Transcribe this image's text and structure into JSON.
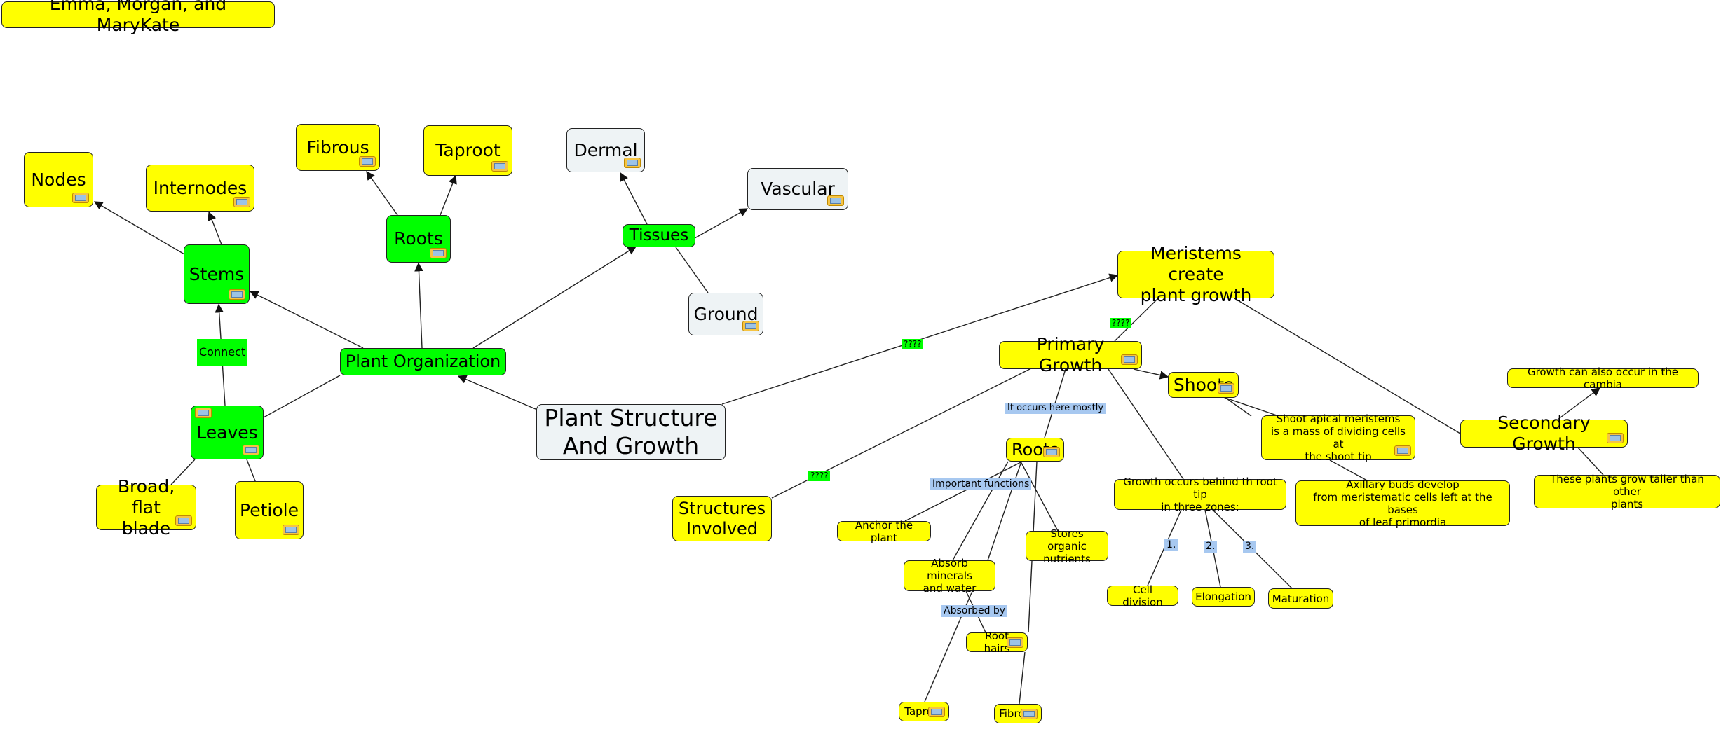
{
  "nodes": [
    {
      "id": "authors",
      "text": "Emma, Morgan, and MaryKate",
      "style": "yellow"
    },
    {
      "id": "nodes",
      "text": "Nodes",
      "style": "yellow"
    },
    {
      "id": "internodes",
      "text": "Internodes",
      "style": "yellow"
    },
    {
      "id": "fibrous1",
      "text": "Fibrous",
      "style": "yellow"
    },
    {
      "id": "taproot1",
      "text": "Taproot",
      "style": "yellow"
    },
    {
      "id": "dermal",
      "text": "Dermal",
      "style": "gray"
    },
    {
      "id": "vascular",
      "text": "Vascular",
      "style": "gray"
    },
    {
      "id": "tissues",
      "text": "Tissues",
      "style": "green"
    },
    {
      "id": "ground",
      "text": "Ground",
      "style": "gray"
    },
    {
      "id": "stems",
      "text": "Stems",
      "style": "green"
    },
    {
      "id": "roots1",
      "text": "Roots",
      "style": "green"
    },
    {
      "id": "plantorg",
      "text": "Plant Organization",
      "style": "green"
    },
    {
      "id": "leaves",
      "text": "Leaves",
      "style": "green"
    },
    {
      "id": "broad",
      "text": "Broad, flat\nblade",
      "style": "yellow"
    },
    {
      "id": "petiole",
      "text": "Petiole",
      "style": "yellow"
    },
    {
      "id": "main",
      "text": "Plant Structure\nAnd Growth",
      "style": "gray"
    },
    {
      "id": "meristems",
      "text": "Meristems create\nplant growth",
      "style": "yellow"
    },
    {
      "id": "primary",
      "text": "Primary Growth",
      "style": "yellow"
    },
    {
      "id": "shoots",
      "text": "Shoots",
      "style": "yellow"
    },
    {
      "id": "secondary",
      "text": "Secondary Growth",
      "style": "yellow"
    },
    {
      "id": "cambia",
      "text": "Growth can also occur in the cambia",
      "style": "yellow"
    },
    {
      "id": "taller",
      "text": "These plants grow taller than other\nplants",
      "style": "yellow"
    },
    {
      "id": "shootapical",
      "text": "Shoot apical meristems\nis a mass of dividing cells at\nthe shoot tip",
      "style": "yellow"
    },
    {
      "id": "axillary",
      "text": "Axillary buds develop\nfrom meristematic cells left at the bases\nof leaf primordia",
      "style": "yellow"
    },
    {
      "id": "structures",
      "text": "Structures\nInvolved",
      "style": "yellow"
    },
    {
      "id": "roots2",
      "text": "Roots",
      "style": "yellow"
    },
    {
      "id": "zones",
      "text": "Growth occurs behind th root tip\nin three zones:",
      "style": "yellow"
    },
    {
      "id": "anchor",
      "text": "Anchor the plant",
      "style": "yellow"
    },
    {
      "id": "stores",
      "text": "Stores organic\nnutrients",
      "style": "yellow"
    },
    {
      "id": "absorb",
      "text": "Absorb minerals\nand water",
      "style": "yellow"
    },
    {
      "id": "roothairs",
      "text": "Root hairs",
      "style": "yellow"
    },
    {
      "id": "taproot2",
      "text": "Taproot",
      "style": "yellow"
    },
    {
      "id": "fibrous2",
      "text": "Fibrous",
      "style": "yellow"
    },
    {
      "id": "celldiv",
      "text": "Cell division",
      "style": "yellow"
    },
    {
      "id": "elong",
      "text": "Elongation",
      "style": "yellow"
    },
    {
      "id": "matur",
      "text": "Maturation",
      "style": "yellow"
    }
  ],
  "link_labels": [
    {
      "id": "connect",
      "text": "Connect",
      "style": "green"
    },
    {
      "id": "q1",
      "text": "????",
      "style": "green"
    },
    {
      "id": "q2",
      "text": "????",
      "style": "green"
    },
    {
      "id": "q3",
      "text": "????",
      "style": "green"
    },
    {
      "id": "occurs",
      "text": "It occurs here mostly",
      "style": "blue"
    },
    {
      "id": "important",
      "text": "Important functions",
      "style": "blue"
    },
    {
      "id": "absorbedby",
      "text": "Absorbed by",
      "style": "blue"
    },
    {
      "id": "z1",
      "text": "1.",
      "style": "blue"
    },
    {
      "id": "z2",
      "text": "2.",
      "style": "blue"
    },
    {
      "id": "z3",
      "text": "3.",
      "style": "blue"
    }
  ],
  "colors": {
    "yellow": "#ffff00",
    "green": "#00ff00",
    "gray": "#eef3f5",
    "label_blue": "#a7c8f0",
    "line": "#222222"
  },
  "icons": {
    "resource": "attachment-icon"
  }
}
